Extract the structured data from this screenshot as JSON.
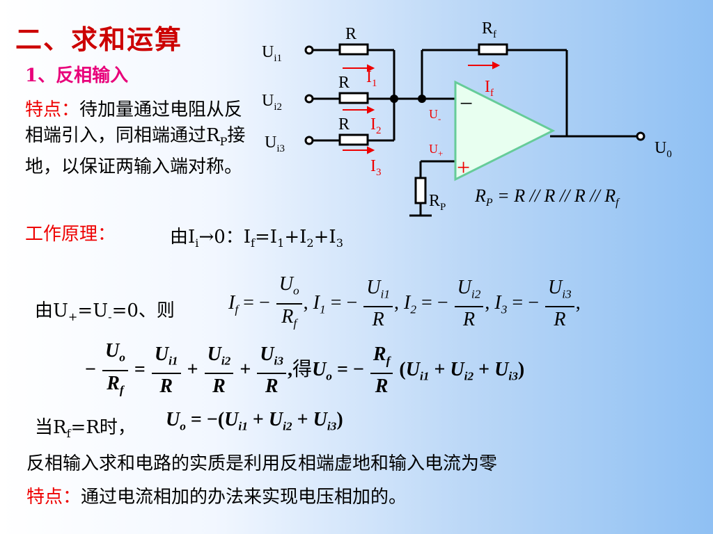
{
  "title": "二、求和运算",
  "subtitle": "1、反相输入",
  "feature1": {
    "label": "特点：",
    "text_a": "待加量通过电阻从反相端引入，同相端通过R",
    "sub_p": "P",
    "text_b": "接地，以保证两输入端对称。"
  },
  "principle": {
    "label": "工作原理：",
    "cond_a": "由I",
    "cond_i": "i",
    "cond_b": "→0：I",
    "cond_f": "f",
    "cond_c": "=I",
    "cond_1": "1",
    "cond_d": "+I",
    "cond_2": "2",
    "cond_e": "+I",
    "cond_3": "3"
  },
  "cond2": {
    "a": "由U",
    "plus": "+",
    "b": "=U",
    "minus": "-",
    "c": "=0、则"
  },
  "formula_row1": {
    "i_f": "I",
    "f": "f",
    "eq": "= −",
    "uo": "U",
    "o": "o",
    "rf": "R",
    "rf_sub": "f",
    "i1": "I",
    "one": "1",
    "ui1": "U",
    "i1s": "i1",
    "r": "R",
    "i2": "I",
    "two": "2",
    "ui2": "U",
    "i2s": "i2",
    "i3": "I",
    "three": "3",
    "ui3": "U",
    "i3s": "i3",
    "comma": ","
  },
  "formula_row2": {
    "minus": "−",
    "de": "得",
    "lp": "(",
    "rp": ")",
    "plus": "+",
    "eq": "="
  },
  "cond3": {
    "a": "当R",
    "f": "f",
    "b": "=R时，"
  },
  "formula_row3": {
    "eq": "= −("
  },
  "summary": "反相输入求和电路的实质是利用反相端虚地和输入电流为零",
  "feature2": {
    "label": "特点：",
    "text": "通过电流相加的办法来实现电压相加的。"
  },
  "circuit": {
    "ui1": "U",
    "ui1_sub": "i1",
    "ui2": "U",
    "ui2_sub": "i2",
    "ui3": "U",
    "ui3_sub": "i3",
    "r": "R",
    "rf": "R",
    "rf_sub": "f",
    "i1": "I",
    "i1_sub": "1",
    "i2": "I",
    "i2_sub": "2",
    "i3": "I",
    "i3_sub": "3",
    "if": "I",
    "if_sub": "f",
    "u_minus": "U",
    "minus_sub": "-",
    "u_plus": "U",
    "plus_sub": "+",
    "minus_sign": "−",
    "plus_sign": "+",
    "u0": "U",
    "u0_sub": "0",
    "rp": "R",
    "rp_sub": "P",
    "rp_formula": "R",
    "rp_formula_sub": "P",
    "rp_eq": " = R // R // R // R",
    "rp_eq_sub": "f"
  },
  "colors": {
    "title": "#cc0000",
    "accent": "#ee0000",
    "subtitle": "#e8007a",
    "opamp_fill": "#e8fff0",
    "opamp_stroke": "#66cc99"
  }
}
